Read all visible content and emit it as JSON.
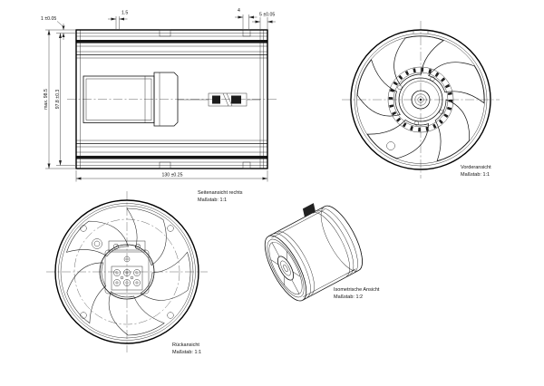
{
  "sheet": {
    "background": "#ffffff",
    "line_color": "#1a1a1a"
  },
  "views": {
    "side": {
      "title": "Seitenansicht rechts",
      "scale_label": "Maßstab:  1:1",
      "dims": {
        "overall_width": "130 ±0.25",
        "overall_height": "max. 98.5",
        "body_height": "97.8 ±0.3",
        "rib_width": "1.5",
        "notch_width": "4",
        "flange_width": "5 ±0.05",
        "edge_width": "1 ±0.05"
      }
    },
    "front": {
      "title": "Vorderansicht",
      "scale_label": "Maßstab:  1:1"
    },
    "rear": {
      "title": "Rückansicht",
      "scale_label": "Maßstab:  1:1"
    },
    "iso": {
      "title": "Isometrische Ansicht",
      "scale_label": "Maßstab:  1:2"
    }
  }
}
